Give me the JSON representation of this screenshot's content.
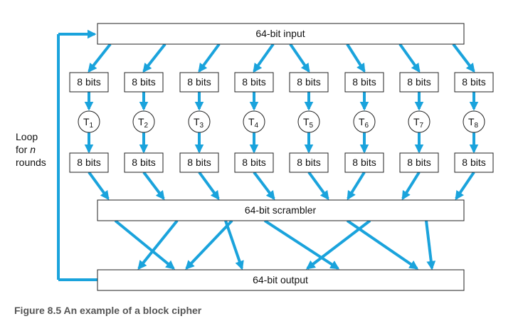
{
  "diagram": {
    "input_label": "64-bit input",
    "scrambler_label": "64-bit scrambler",
    "output_label": "64-bit output",
    "chunk_label": "8 bits",
    "tables": [
      "T",
      "T",
      "T",
      "T",
      "T",
      "T",
      "T",
      "T"
    ],
    "table_subscripts": [
      "1",
      "2",
      "3",
      "4",
      "5",
      "6",
      "7",
      "8"
    ],
    "loop_label": {
      "line1": "Loop",
      "line2_prefix": "for ",
      "line2_var": "n",
      "line3": "rounds"
    },
    "arrow_color": "#1aa3dc"
  },
  "caption": "Figure 8.5 An example of a block cipher"
}
